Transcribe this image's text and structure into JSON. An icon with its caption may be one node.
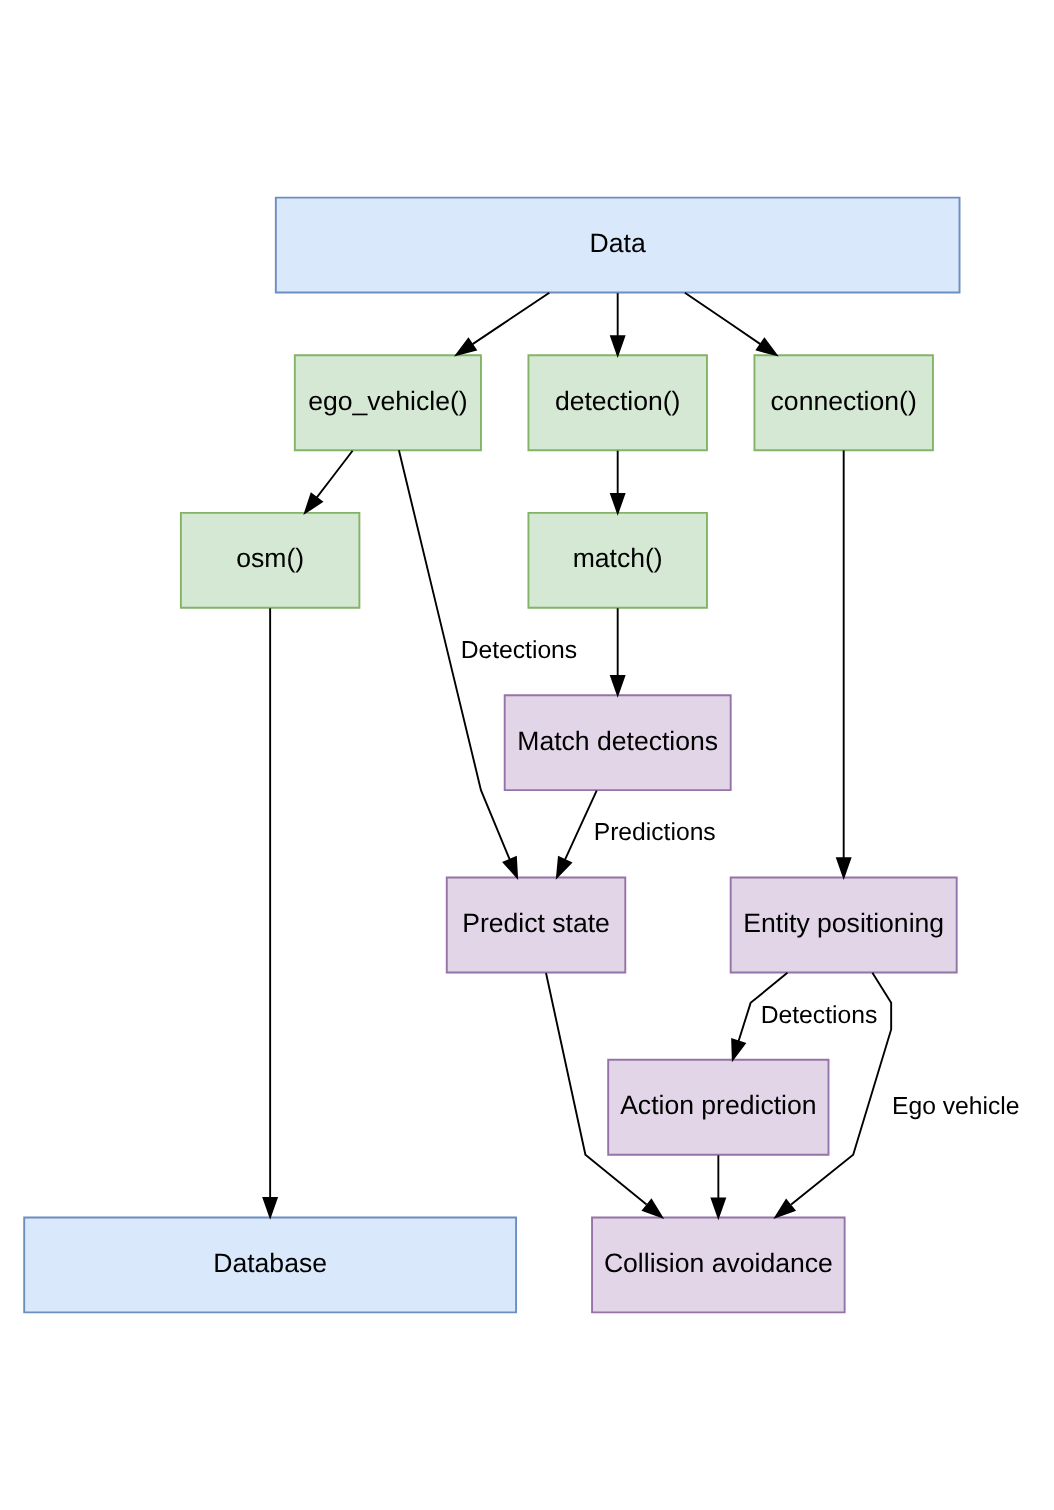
{
  "diagram": {
    "nodes": [
      {
        "text": [
          "Data"
        ]
      },
      {
        "text": [
          "ego_vehicle()"
        ]
      },
      {
        "text": [
          "connection()"
        ]
      },
      {
        "text": [
          "detection()"
        ]
      },
      {
        "text": [
          "osm()"
        ]
      },
      {
        "text": [
          "match()"
        ]
      },
      {
        "text": [
          "Match detections"
        ]
      },
      {
        "text": [
          "Entity positioning"
        ]
      },
      {
        "text": [
          "Predict state"
        ]
      },
      {
        "text": [
          "Action prediction"
        ]
      },
      {
        "text": [
          "Collision avoidance"
        ]
      },
      {
        "text": [
          "Database"
        ]
      }
    ],
    "edges": [
      {
        "from": 0,
        "to": 1,
        "arrow": "to"
      },
      {
        "from": 0,
        "to": 2,
        "arrow": "to"
      },
      {
        "from": 0,
        "to": 3,
        "arrow": "to"
      },
      {
        "from": 1,
        "to": 4,
        "arrow": "to"
      },
      {
        "from": 3,
        "to": 5,
        "arrow": "to"
      },
      {
        "from": 5,
        "to": 6,
        "arrow": "to"
      },
      {
        "from": 1,
        "to": 8,
        "arrow": "to",
        "label": "Detections"
      },
      {
        "from": 6,
        "to": 8,
        "arrow": "to",
        "label": "Predictions"
      },
      {
        "from": 2,
        "to": 7,
        "arrow": "to"
      },
      {
        "from": 4,
        "to": 11,
        "arrow": "to"
      },
      {
        "from": 7,
        "to": 9,
        "arrow": "to",
        "label": "Detections"
      },
      {
        "from": 7,
        "to": 10,
        "arrow": "to",
        "label": "Ego vehicle"
      },
      {
        "from": 8,
        "to": 10,
        "arrow": "to"
      },
      {
        "from": 9,
        "to": 10,
        "arrow": "to"
      }
    ]
  }
}
